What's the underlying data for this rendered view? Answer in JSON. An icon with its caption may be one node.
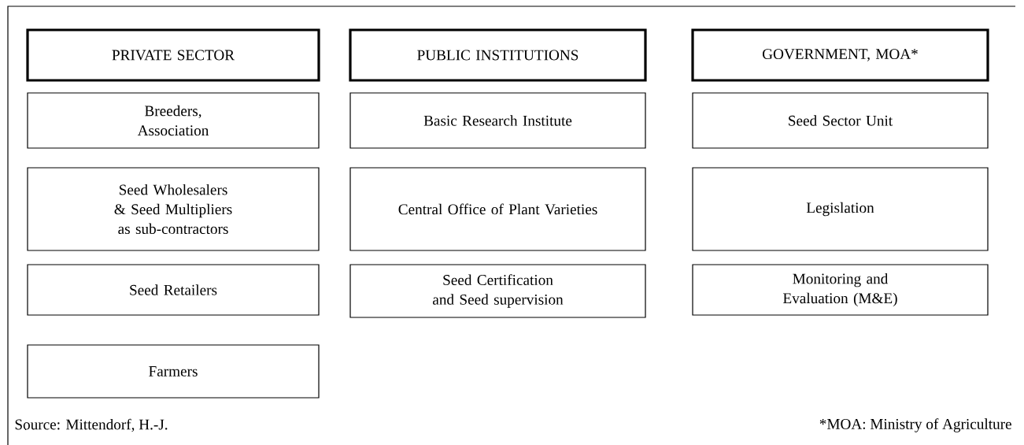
{
  "diagram": {
    "nodes": [
      {
        "text": [
          "PRIVATE SECTOR"
        ]
      },
      {
        "text": [
          "PUBLIC INSTITUTIONS"
        ]
      },
      {
        "text": [
          "GOVERNMENT, MOA*"
        ]
      },
      {
        "text": [
          "Breeders, Association"
        ]
      },
      {
        "text": [
          "Basic Research Institute"
        ]
      },
      {
        "text": [
          "Seed Sector Unit"
        ]
      },
      {
        "text": [
          "Seed Wholesalers & Seed Multipliers as sub-contractors"
        ]
      },
      {
        "text": [
          "Central Office of Plant Varieties"
        ]
      },
      {
        "text": [
          "Legislation"
        ]
      },
      {
        "text": [
          "Seed Retailers"
        ]
      },
      {
        "text": [
          "Seed Certification and Seed supervision"
        ]
      },
      {
        "text": [
          "Monitoring and Evaluation (M&E)"
        ]
      },
      {
        "text": [
          "Farmers"
        ]
      }
    ],
    "labels": [
      "Source: Mittendorf, H.-J.",
      "*MOA: Ministry of Agriculture"
    ]
  }
}
